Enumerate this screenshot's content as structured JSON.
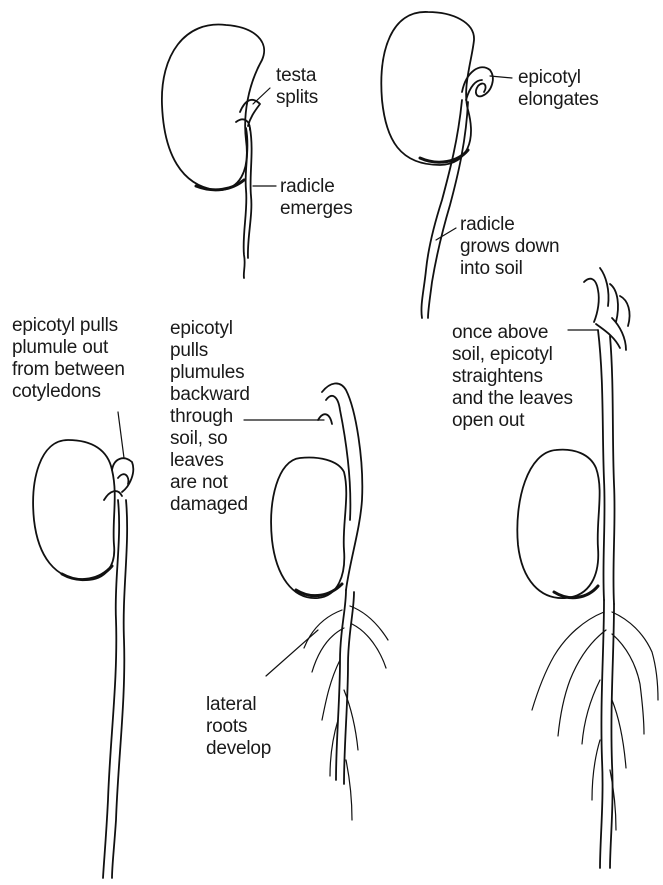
{
  "labels": {
    "testa_splits": "testa\nsplits",
    "radicle_emerges": "radicle\nemerges",
    "epicotyl_elongates": "epicotyl\nelongates",
    "radicle_grows_down": "radicle\ngrows down\ninto soil",
    "epicotyl_pulls_plumule": "epicotyl pulls\nplumule out\nfrom between\ncotyledons",
    "epicotyl_pulls_plumules": "epicotyl\npulls\nplumules\nbackward\nthrough\nsoil, so\nleaves\nare not\ndamaged",
    "once_above_soil": "once above\nsoil, epicotyl\nstraightens\nand the leaves\nopen out",
    "lateral_roots": "lateral\nroots\ndevelop"
  }
}
